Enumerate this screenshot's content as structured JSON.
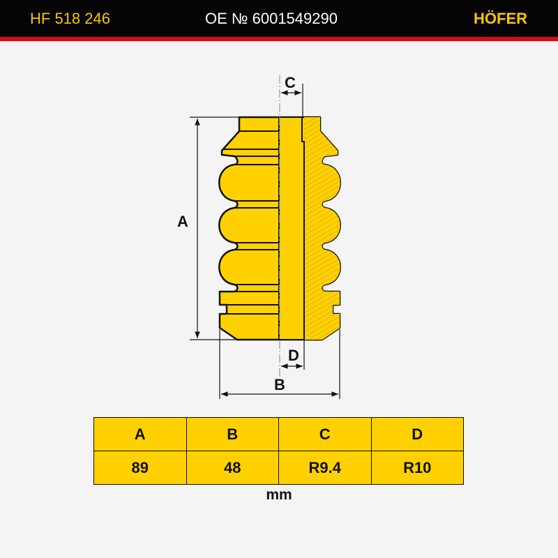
{
  "header": {
    "part_number": "HF 518 246",
    "oe_number": "OE № 6001549290",
    "brand": "HÖFER"
  },
  "drawing": {
    "labels": {
      "A": "A",
      "B": "B",
      "C": "C",
      "D": "D"
    }
  },
  "table": {
    "headers": [
      "A",
      "B",
      "C",
      "D"
    ],
    "values": [
      "89",
      "48",
      "R9.4",
      "R10"
    ],
    "unit": "mm"
  },
  "colors": {
    "accent": "#ffd100",
    "header_bg": "#050505",
    "red_stripe": "#e30613"
  }
}
